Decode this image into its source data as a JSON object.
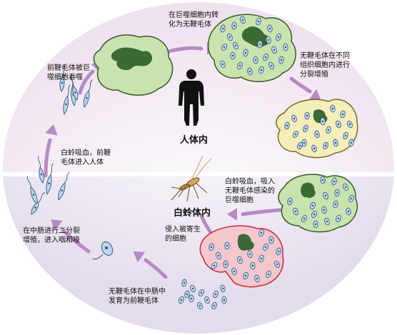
{
  "labels": {
    "human_host": "人体内",
    "sandfly_host": "白蛉体内",
    "step_transform": [
      "在巨噬细胞内转",
      "化为无鞭毛体"
    ],
    "step_multiply": [
      "无鞭毛体在不同",
      "组织细胞内进行",
      "分裂增殖"
    ],
    "step_fly_bite_ingest": [
      "白蛉吸血，吸入",
      "无鞭毛体感染的",
      "巨噬细胞"
    ],
    "step_invade": [
      "侵入被寄生",
      "的细胞"
    ],
    "step_midgut_develop": [
      "无鞭毛体在中肠中",
      "发育为前鞭毛体"
    ],
    "step_midgut_divide": [
      "在中肠进行二分裂",
      "增殖，进入咽和喙"
    ],
    "step_fly_bite_inject": [
      "白蛉吸血，前鞭",
      "毛体进入人体"
    ],
    "step_phagocytosed": [
      "前鞭毛体被巨",
      "噬细胞吞噬"
    ]
  },
  "colors": {
    "background_top": "#efe2ef",
    "background_bottom": "#e4dcec",
    "arrow": "#b68ac6",
    "cell_fill": "#c9e3ae",
    "cell_stroke": "#3a5a2a",
    "nucleus": "#3b6a33",
    "tissue_fill": "#f6eeb9",
    "amastigote": "#bcd6ec",
    "invaded_cell_fill": "#f4c7cf",
    "invaded_cell_stroke": "#c8333f"
  },
  "icons": [
    "human-silhouette-icon",
    "sandfly-icon",
    "macrophage-icon",
    "promastigote-icon",
    "amastigote-icon"
  ]
}
